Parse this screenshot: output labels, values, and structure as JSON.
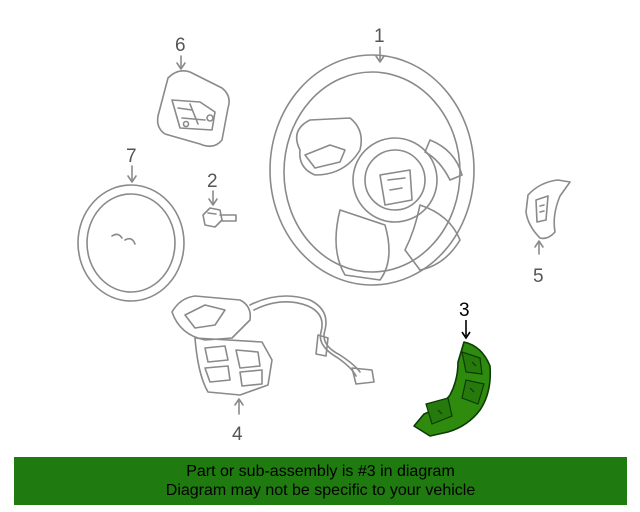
{
  "diagram": {
    "callouts": {
      "c1": "1",
      "c2": "2",
      "c3": "3",
      "c4": "4",
      "c5": "5",
      "c6": "6",
      "c7": "7"
    },
    "highlighted_part": "3",
    "colors": {
      "line": "#8a8a8a",
      "label": "#555555",
      "highlight_fill": "#2e8b0e",
      "highlight_stroke": "#0d3a05",
      "banner": "#1f7a0f"
    }
  },
  "banner": {
    "line1": "Part or sub-assembly is #3 in diagram",
    "line2": "Diagram may not be specific to your vehicle"
  }
}
